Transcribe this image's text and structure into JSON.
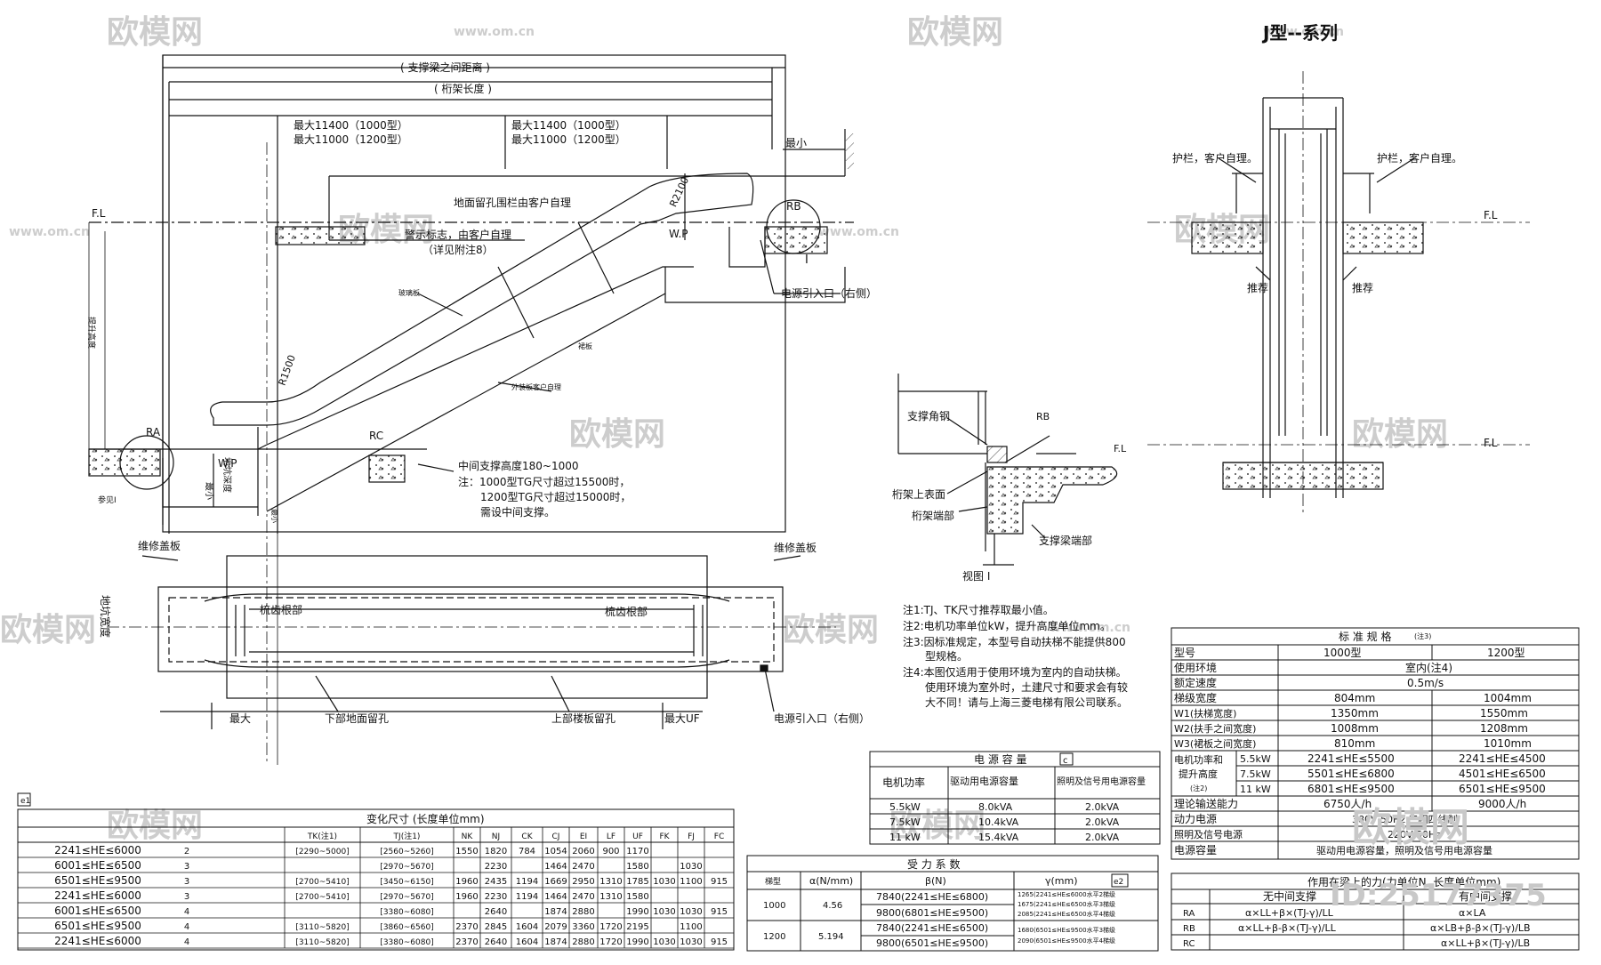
{
  "title": "J型--系列",
  "watermarks": {
    "brand": "欧模网",
    "url": "www.om.cn",
    "logo_text": "欧模网",
    "id": "ID:25177375"
  },
  "elevation": {
    "dim_support_span": "( 支撑梁之间距离 )",
    "dim_truss_length": "( 桁架长度 )",
    "max_1000_left": "最大11400（1000型）",
    "max_1200_left": "最大11000（1200型）",
    "max_1000_right": "最大11400（1000型）",
    "max_1200_right": "最大11000（1200型）",
    "min_top": "最小",
    "fl_left": "F.L",
    "fl_right": "F.L",
    "railing_note": "地面留孔围栏由客户自理",
    "warning_note_1": "警示标志，由客户自理",
    "warning_note_2": "（详见附注8）",
    "r2100": "R2100",
    "r1500": "R1500",
    "wp_top": "W.P",
    "wp_bottom": "W.P",
    "rb": "RB",
    "ra": "RA",
    "rc": "RC",
    "mark_i": "I",
    "power_inlet": "电源引入口（右侧）",
    "glass": "玻璃板",
    "skirt": "裙板",
    "outer_cover": "外装板客户自理",
    "lift_height": "提升高度",
    "pit_depth": "地坑深度",
    "min_bottom": "最小",
    "min_bottom2": "最小",
    "ref_i": "参见I",
    "mid_support": "中间支撑高度180~1000",
    "note_1": "注：1000型TG尺寸超过15500时，",
    "note_2": "1200型TG尺寸超过15000时，",
    "note_3": "需设中间支撑。"
  },
  "plan": {
    "cover_left": "维修盖板",
    "cover_right": "维修盖板",
    "comb_left": "梳齿根部",
    "comb_right": "梳齿根部",
    "pit_width": "地坑宽度",
    "max_left": "最大",
    "max_right": "最大UF",
    "lower_hole": "下部地面留孔",
    "upper_hole": "上部楼板留孔",
    "power_inlet": "电源引入口（右侧）"
  },
  "section": {
    "railing_left": "护栏，客户自理。",
    "railing_right": "护栏，客户自理。",
    "recommend_left": "推荐",
    "recommend_right": "推荐",
    "fl_top": "F.L",
    "fl_bottom": "F.L"
  },
  "view_i": {
    "angle": "支撑角钢",
    "rb": "RB",
    "fl": "F.L",
    "truss_top": "桁架上表面",
    "truss_end": "桁架端部",
    "beam_end": "支撑梁端部",
    "caption": "视图 I"
  },
  "notes": [
    "注1:TJ、TK尺寸推荐取最小值。",
    "注2:电机功率单位kW，提升高度单位mm。",
    "注3:因标准规定，本型号自动扶梯不能提供800",
    "型规格。",
    "注4:本图仅适用于使用环境为室内的自动扶梯。",
    "使用环境为室外时，土建尺寸和要求会有较",
    "大不同！请与上海三菱电梯有限公司联系。"
  ],
  "power_table": {
    "title": "电 源 容 量",
    "tag": "c",
    "headers": [
      "电机功率",
      "驱动用电源容量",
      "照明及信号用电源容量"
    ],
    "rows": [
      [
        "5.5kW",
        "8.0kVA",
        "2.0kVA"
      ],
      [
        "7.5kW",
        "10.4kVA",
        "2.0kVA"
      ],
      [
        "11 kW",
        "15.4kVA",
        "2.0kVA"
      ]
    ]
  },
  "spec_table": {
    "title": "标 准 规 格",
    "title_note": "(注3)",
    "col_1000": "1000型",
    "col_1200": "1200型",
    "rows": [
      [
        "型号",
        "",
        ""
      ],
      [
        "使用环境",
        "室内(注4)",
        ""
      ],
      [
        "额定速度",
        "0.5m/s",
        ""
      ],
      [
        "梯级宽度",
        "804mm",
        "1004mm"
      ],
      [
        "W1(扶梯宽度)",
        "1350mm",
        "1550mm"
      ],
      [
        "W2(扶手之间宽度)",
        "1008mm",
        "1208mm"
      ],
      [
        "W3(裙板之间宽度)",
        "810mm",
        "1010mm"
      ]
    ],
    "motor_label_1": "电机功率和",
    "motor_label_2": "提升高度",
    "motor_label_3": "(注2)",
    "motor_rows": [
      [
        "5.5kW",
        "2241≤HE≤5500",
        "2241≤HE≤4500"
      ],
      [
        "7.5kW",
        "5501≤HE≤6800",
        "4501≤HE≤6500"
      ],
      [
        "11 kW",
        "6801≤HE≤9500",
        "6501≤HE≤9500"
      ]
    ],
    "capacity_label": "理论输送能力",
    "capacity_1000": "6750人/h",
    "capacity_1200": "9000人/h",
    "power_label": "动力电源",
    "power_value": "380V,50Hz,三相四线制",
    "light_label": "照明及信号电源",
    "light_value": "220V,50Hz",
    "cap_label": "电源容量",
    "cap_value": "驱动用电源容量，照明及信号用电源容量"
  },
  "force_table": {
    "title": "作用在梁上的力(力单位N, 长度单位mm)",
    "col_no": "无中间支撑",
    "col_yes": "有中间支撑",
    "rows": [
      [
        "RA",
        "α×LL+β×(TJ-γ)/LL",
        "α×LA"
      ],
      [
        "RB",
        "α×LL+β-β×(TJ-γ)/LL",
        "α×LB+β-β×(TJ-γ)/LB"
      ],
      [
        "RC",
        "",
        "α×LL+β×(TJ-γ)/LB"
      ]
    ]
  },
  "coef_table": {
    "title": "受 力 系 数",
    "tag": "e2",
    "headers": [
      "梯型",
      "α(N/mm)",
      "β(N)",
      "γ(mm)"
    ],
    "rows": [
      {
        "model": "1000",
        "alpha": "4.56",
        "beta": [
          "7840(2241≤HE≤6800)",
          "9800(6801≤HE≤9500)"
        ],
        "gamma": [
          "1265(2241≤HE≤6000水平2梯级",
          "1675(2241≤HE≤6500水平3梯级",
          "2085(2241≤HE≤6500水平4梯级"
        ]
      },
      {
        "model": "1200",
        "alpha": "5.194",
        "beta": [
          "7840(2241≤HE≤6500)",
          "9800(6501≤HE≤9500)"
        ],
        "gamma": [
          "1680(6501≤HE≤9500水平3梯级",
          "2090(6501≤HE≤9500水平4梯级"
        ]
      }
    ]
  },
  "var_table": {
    "tag": "e1",
    "title": "变化尺寸 (长度单位mm)",
    "headers": [
      "",
      "",
      "TK(注1)",
      "TJ(注1)",
      "NK",
      "NJ",
      "CK",
      "CJ",
      "EI",
      "LF",
      "UF",
      "FK",
      "FJ",
      "FC"
    ],
    "rows": [
      [
        "2241≤HE≤6000",
        "2",
        "[2290~5000]",
        "[2560~5260]",
        "1550",
        "1820",
        "784",
        "1054",
        "2060",
        "900",
        "1170",
        "",
        "",
        ""
      ],
      [
        "6001≤HE≤6500",
        "3",
        "",
        "[2970~5670]",
        "",
        "2230",
        "",
        "1464",
        "2470",
        "",
        "1580",
        "",
        "1030",
        ""
      ],
      [
        "6501≤HE≤9500",
        "3",
        "[2700~5410]",
        "[3450~6150]",
        "1960",
        "2435",
        "1194",
        "1669",
        "2950",
        "1310",
        "1785",
        "1030",
        "1100",
        "915"
      ],
      [
        "2241≤HE≤6000",
        "3",
        "[2700~5410]",
        "[2970~5670]",
        "1960",
        "2230",
        "1194",
        "1464",
        "2470",
        "1310",
        "1580",
        "",
        "",
        ""
      ],
      [
        "6001≤HE≤6500",
        "4",
        "",
        "[3380~6080]",
        "",
        "2640",
        "",
        "1874",
        "2880",
        "",
        "1990",
        "1030",
        "1030",
        "915"
      ],
      [
        "6501≤HE≤9500",
        "4",
        "[3110~5820]",
        "[3860~6560]",
        "2370",
        "2845",
        "1604",
        "2079",
        "3360",
        "1720",
        "2195",
        "",
        "1100",
        ""
      ],
      [
        "2241≤HE≤6000",
        "4",
        "[3110~5820]",
        "[3380~6080]",
        "2370",
        "2640",
        "1604",
        "1874",
        "2880",
        "1720",
        "1990",
        "1030",
        "1030",
        "915"
      ]
    ]
  }
}
